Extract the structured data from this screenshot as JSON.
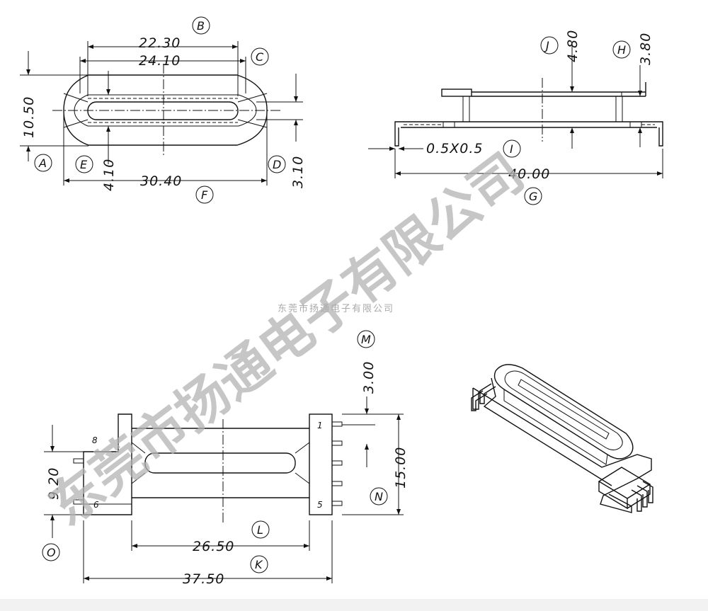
{
  "dims": {
    "d2230": "22.30",
    "d2410": "24.10",
    "d1050": "10.50",
    "d410": "4.10",
    "d3040": "30.40",
    "d310": "3.10",
    "d480": "4.80",
    "d380": "3.80",
    "d05x05": "0.5X0.5",
    "d4000": "40.00",
    "d300": "3.00",
    "d1500": "15.00",
    "d2650": "26.50",
    "d3750": "37.50",
    "d920": "9.20"
  },
  "callouts": [
    "A",
    "B",
    "C",
    "D",
    "E",
    "F",
    "G",
    "H",
    "I",
    "J",
    "K",
    "L",
    "M",
    "N",
    "O"
  ],
  "pins": {
    "p1": "1",
    "p5": "5",
    "p6": "6",
    "p8": "8"
  },
  "watermark": {
    "big": "东莞市扬通电子有限公司",
    "small": "东莞市扬通电子有限公司"
  }
}
